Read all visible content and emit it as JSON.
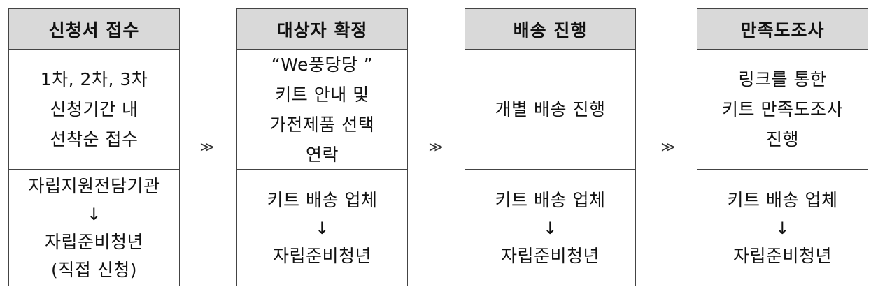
{
  "steps": [
    {
      "title": "신청서 접수",
      "detail": [
        "1차, 2차, 3차",
        "신청기간 내",
        "선착순 접수"
      ],
      "from": "자립지원전담기관",
      "arrow": "↓",
      "to": [
        "자립준비청년",
        "(직접 신청)"
      ]
    },
    {
      "title": "대상자 확정",
      "detail": [
        "“We풍당당 ”",
        "키트 안내 및",
        "가전제품 선택",
        "연락"
      ],
      "from": "키트 배송 업체",
      "arrow": "↓",
      "to": [
        "자립준비청년"
      ]
    },
    {
      "title": "배송 진행",
      "detail": [
        "개별 배송 진행"
      ],
      "from": "키트 배송 업체",
      "arrow": "↓",
      "to": [
        "자립준비청년"
      ]
    },
    {
      "title": "만족도조사",
      "detail": [
        "링크를 통한",
        "키트 만족도조사",
        "진행"
      ],
      "from": "키트 배송 업체",
      "arrow": "↓",
      "to": [
        "자립준비청년"
      ]
    }
  ],
  "connector": "≫"
}
